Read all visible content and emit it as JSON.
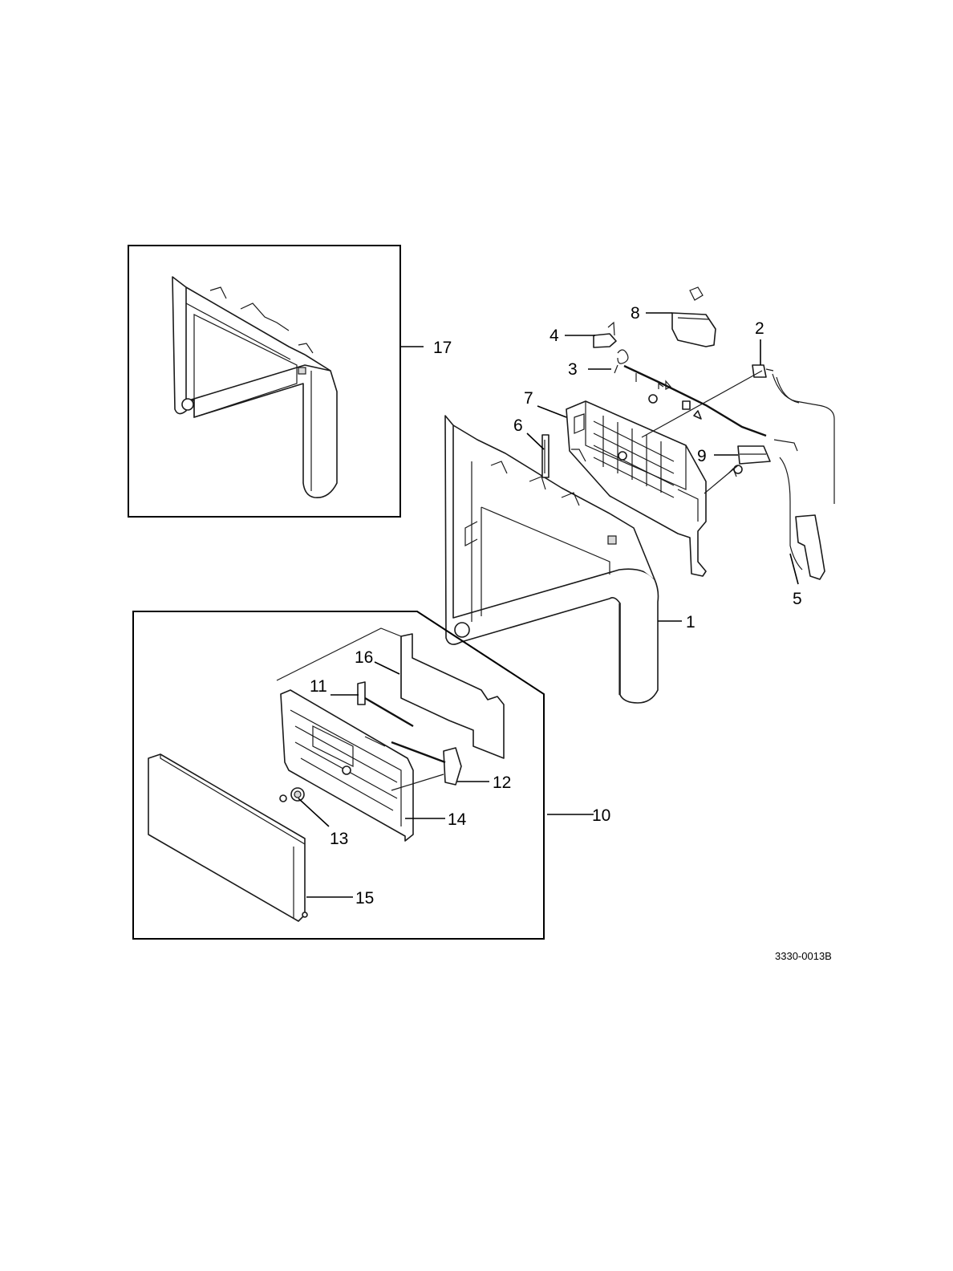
{
  "diagram": {
    "document_id": "3330-0013B",
    "callouts": [
      "1",
      "2",
      "3",
      "4",
      "5",
      "6",
      "7",
      "8",
      "9",
      "10",
      "11",
      "12",
      "13",
      "14",
      "15",
      "16",
      "17"
    ]
  }
}
